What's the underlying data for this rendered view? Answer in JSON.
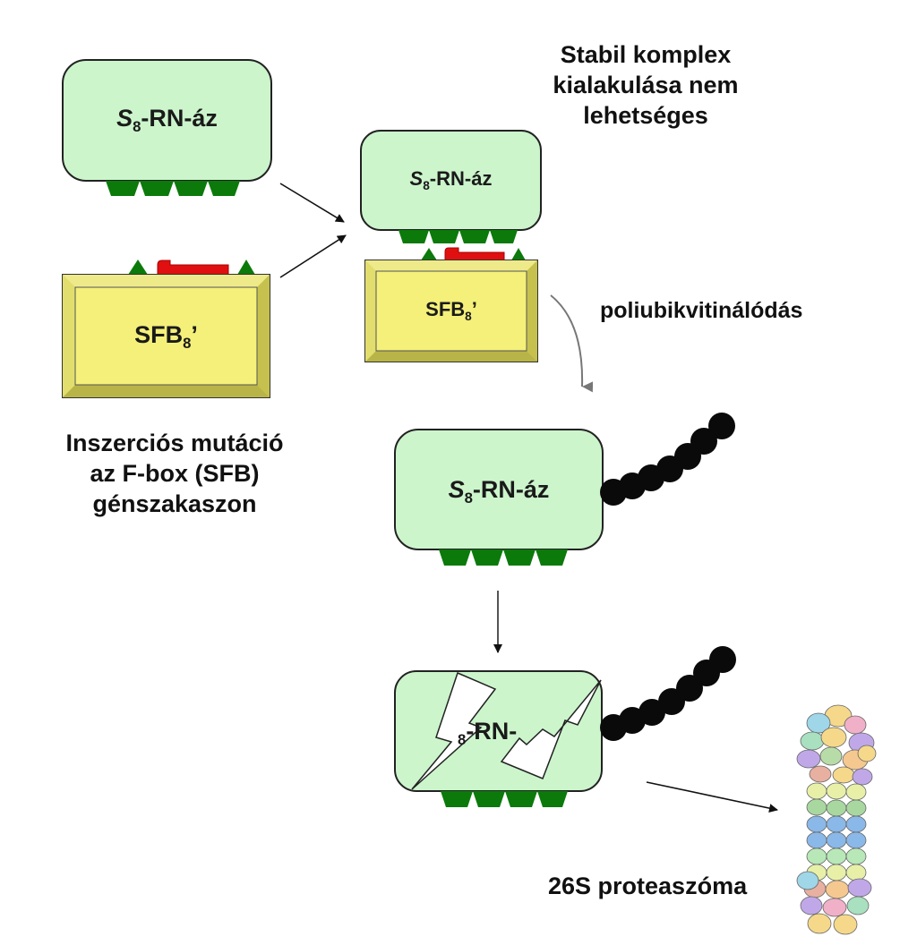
{
  "rnase_label": {
    "italic": "S",
    "sub": "8",
    "rest": "-RN-áz"
  },
  "rnase_label_partial": {
    "sub": "8",
    "rest": "-RN-"
  },
  "sfb_label": {
    "main": "SFB",
    "sub": "8",
    "tail": "’"
  },
  "stable_complex_text": [
    "Stabil komplex",
    "kialakulása nem",
    "lehetséges"
  ],
  "insertion_text": [
    "Inszerciós mutáció",
    "az F-box (SFB)",
    "génszakaszon"
  ],
  "polyubiquitination_text": "poliubikvitinálódás",
  "proteasome_text": "26S proteaszóma",
  "colors": {
    "rnase_fill": "#ccf5cc",
    "dark_green": "#0b7a0b",
    "sfb_fill": "#f4f07a",
    "sfb_bevel": "#c9c452",
    "red_insert": "#e01010",
    "ubiquitin": "#0a0a0a"
  }
}
